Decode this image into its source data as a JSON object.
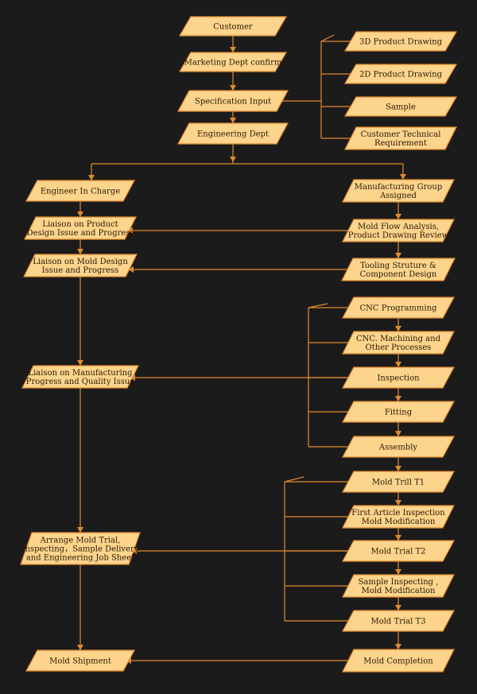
{
  "colors": {
    "background": "#1c1b1b",
    "node_fill": "#fcd48c",
    "node_stroke": "#e08a30",
    "connector": "#e08a30",
    "text": "#2a1a08"
  },
  "nodes": [
    {
      "id": "customer",
      "label": "Customer"
    },
    {
      "id": "marketing",
      "label": "Marketing Dept confirm"
    },
    {
      "id": "spec",
      "label": "Specification Input"
    },
    {
      "id": "engdept",
      "label": "Engineering Dept"
    },
    {
      "id": "drawing3d",
      "label": "3D Product Drawing"
    },
    {
      "id": "drawing2d",
      "label": "2D Product Drawing"
    },
    {
      "id": "sample",
      "label": "Sample"
    },
    {
      "id": "custreq",
      "label": "Customer Technical\nRequirement"
    },
    {
      "id": "engineer",
      "label": "Engineer In Charge"
    },
    {
      "id": "mfggroup",
      "label": "Manufacturing Group\nAssigned"
    },
    {
      "id": "liaison_product",
      "label": "Liaison on Product\nDesign Issue and Progress"
    },
    {
      "id": "moldflow",
      "label": "Mold Flow Analysis,\nProduct Drawing Review"
    },
    {
      "id": "liaison_mold",
      "label": "Liaison on Mold Design\nIssue and Progress"
    },
    {
      "id": "tooling",
      "label": "Tooling Struture &\nComponent Design"
    },
    {
      "id": "cnc_prog",
      "label": "CNC Programming"
    },
    {
      "id": "cnc_mach",
      "label": "CNC. Machining and\nOther Processes"
    },
    {
      "id": "inspection",
      "label": "Inspection"
    },
    {
      "id": "fitting",
      "label": "Fitting"
    },
    {
      "id": "assembly",
      "label": "Assembly"
    },
    {
      "id": "liaison_mfg",
      "label": "Liaison on Manufacturing\nProgress and Quality Issue"
    },
    {
      "id": "trial1",
      "label": "Mold Trill T1"
    },
    {
      "id": "first_article",
      "label": "First Article Inspection\nMold Modification"
    },
    {
      "id": "trial2",
      "label": "Mold Trial T2"
    },
    {
      "id": "sample_insp",
      "label": "Sample Inspecting ,\nMold Modification"
    },
    {
      "id": "trial3",
      "label": "Mold Trial T3"
    },
    {
      "id": "arrange",
      "label": "Arrange Mold Trial,\nInspecting，Sample Delivery\nand Engineering Job Sheet"
    },
    {
      "id": "completion",
      "label": "Mold Completion"
    },
    {
      "id": "shipment",
      "label": "Mold  Shipment"
    }
  ],
  "edges": [
    {
      "from": "customer",
      "to": "marketing"
    },
    {
      "from": "marketing",
      "to": "spec"
    },
    {
      "from": "spec",
      "to": "engdept"
    },
    {
      "from": "spec",
      "to": [
        "drawing3d",
        "drawing2d",
        "sample",
        "custreq"
      ]
    },
    {
      "from": "engdept",
      "to": [
        "engineer",
        "mfggroup"
      ]
    },
    {
      "from": "engineer",
      "to": "liaison_product"
    },
    {
      "from": "liaison_product",
      "to": "liaison_mold"
    },
    {
      "from": "liaison_mold",
      "to": "liaison_mfg"
    },
    {
      "from": "liaison_mfg",
      "to": "arrange"
    },
    {
      "from": "arrange",
      "to": "shipment"
    },
    {
      "from": "mfggroup",
      "to": "moldflow"
    },
    {
      "from": "moldflow",
      "to": "tooling"
    },
    {
      "from": "moldflow",
      "to": "liaison_product"
    },
    {
      "from": "tooling",
      "to": "liaison_mold"
    },
    {
      "from": "tooling",
      "to": [
        "cnc_prog",
        "cnc_mach",
        "inspection",
        "fitting",
        "assembly"
      ]
    },
    {
      "from": "inspection",
      "to": "liaison_mfg"
    },
    {
      "from": "assembly",
      "to": [
        "trial1",
        "first_article",
        "trial2",
        "sample_insp",
        "trial3"
      ]
    },
    {
      "from": "trial2",
      "to": "arrange"
    },
    {
      "from": "trial3",
      "to": "completion"
    },
    {
      "from": "completion",
      "to": "shipment"
    }
  ]
}
